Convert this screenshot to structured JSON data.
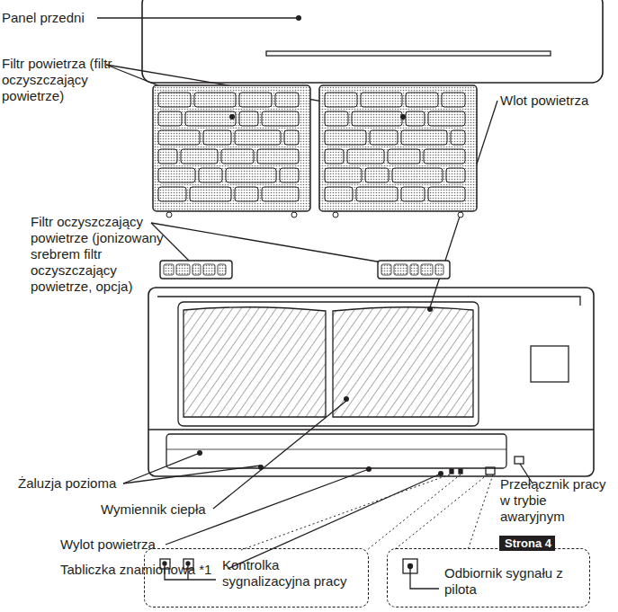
{
  "diagram": {
    "nodes": [
      {
        "text": [
          "Strona 4"
        ]
      },
      {
        "text": [
          "Kontrolka sygnalizacyjna pracy"
        ]
      },
      {
        "text": [
          "Odbiornik sygnału z pilota"
        ]
      }
    ],
    "labels": [
      "Panel przedni",
      "Filtr powietrza (filtr oczyszczający powietrze)",
      "Filtr oczyszczający powietrze (jonizowany srebrem filtr oczyszczający powietrze, opcja)",
      "Wlot powietrza",
      "Żaluzja pozioma",
      "Wymiennik ciepła",
      "Wylot powietrza",
      "Tabliczka znamionowa *1",
      "Przełącznik pracy w trybie awaryjnym"
    ]
  }
}
